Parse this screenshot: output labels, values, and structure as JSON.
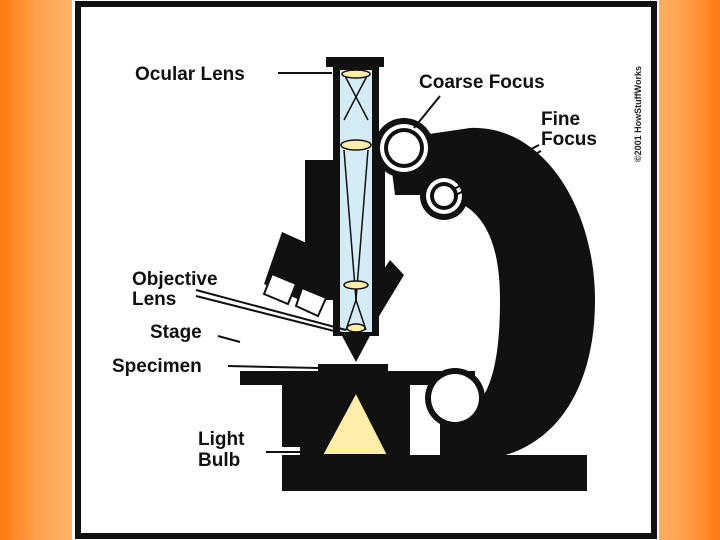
{
  "labels": {
    "ocular_lens": "Ocular Lens",
    "coarse_focus": "Coarse Focus",
    "fine_focus_line1": "Fine",
    "fine_focus_line2": "Focus",
    "objective_line1": "Objective",
    "objective_line2": "Lens",
    "stage": "Stage",
    "specimen": "Specimen",
    "light_line1": "Light",
    "light_line2": "Bulb"
  },
  "credit": "©2001 HowStuffWorks",
  "colors": {
    "page_edge": "#ff7a10",
    "page_fill": "#ffb46a",
    "panel_bg": "#ffffff",
    "ink": "#111111",
    "light_beam": "#ffeeaa",
    "tube_glass": "#d5ecf7"
  }
}
